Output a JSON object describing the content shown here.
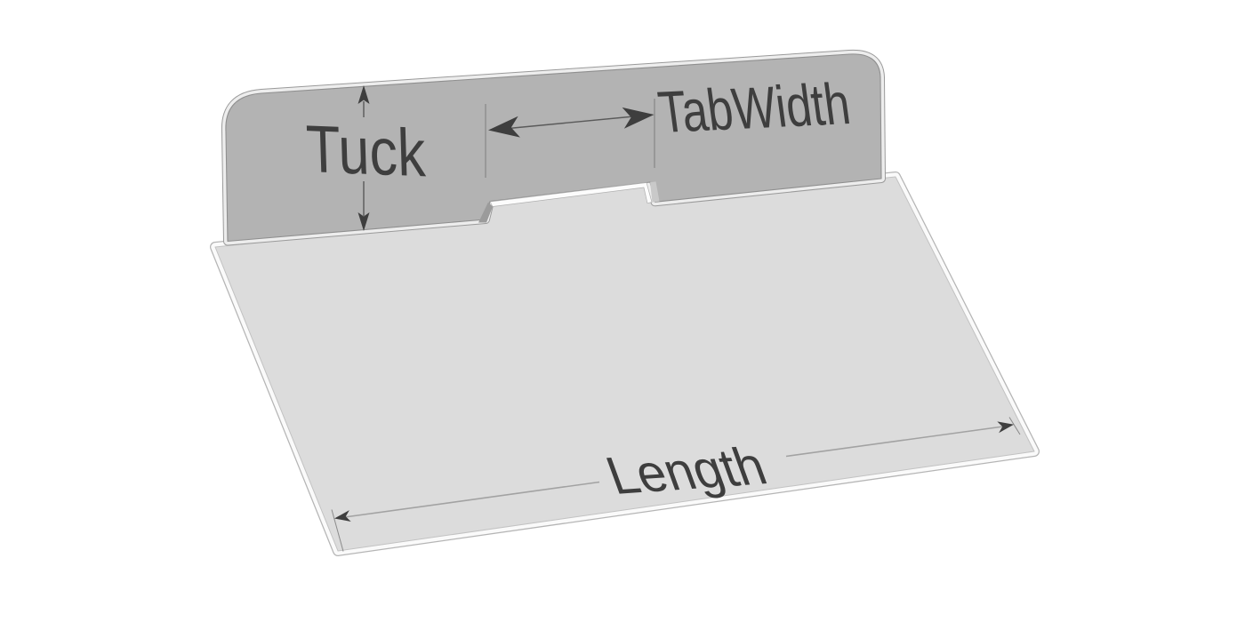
{
  "diagram": {
    "kind": "cad-dimension-illustration",
    "labels": {
      "tuck": "Tuck",
      "tab_width": "TabWidth",
      "length": "Length"
    },
    "colors": {
      "background": "#ffffff",
      "flap_fill": "#b3b3b3",
      "flap_outline": "#8f8f8f",
      "panel_fill": "#dcdcdc",
      "panel_outline": "#c2c2c2",
      "edge_highlight": "#fcfcfc",
      "slot_shadow": "#9b9b9b",
      "slot_cut_face": "#c9c9c9",
      "annotation_dark": "#3e3e3e",
      "dimension_line": "#a2a2a2",
      "extension_line": "#7d7d7d"
    }
  }
}
